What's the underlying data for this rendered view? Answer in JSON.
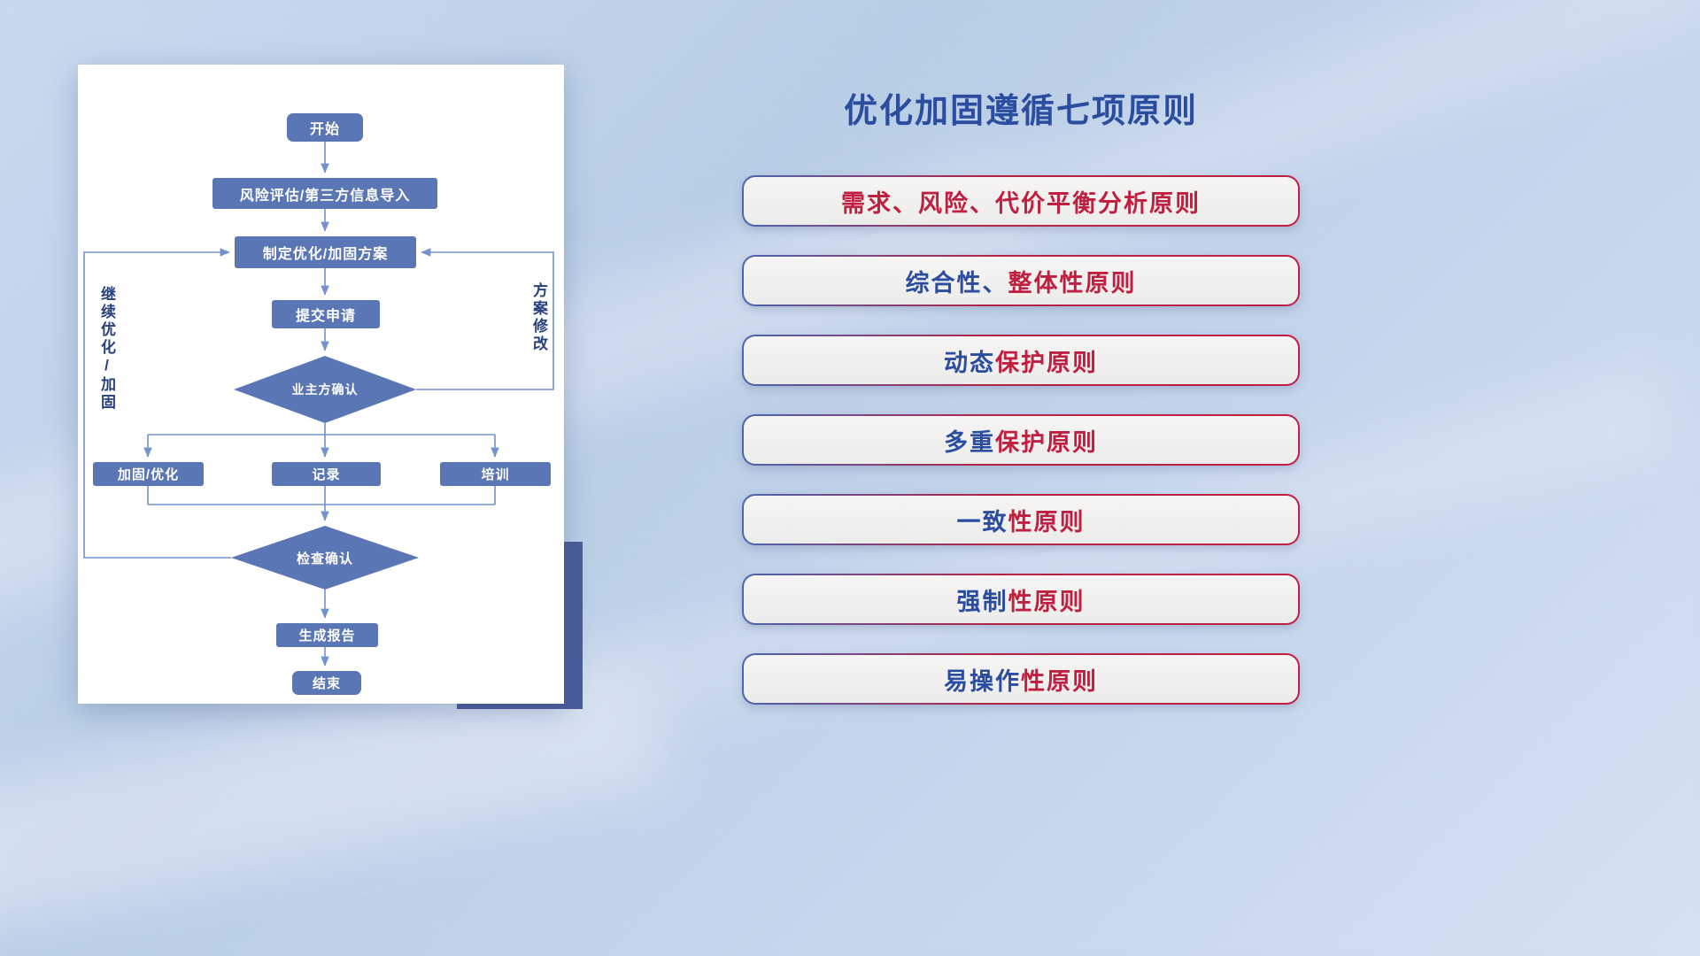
{
  "card": {
    "flowchart": {
      "nodes": {
        "start": "开始",
        "risk": "风险评估/第三方信息导入",
        "plan": "制定优化/加固方案",
        "submit": "提交申请",
        "owner_confirm": "业主方确认",
        "reinforce": "加固/优化",
        "record": "记录",
        "training": "培训",
        "check_confirm": "检查确认",
        "report": "生成报告",
        "end": "结束"
      },
      "labels": {
        "continue_loop": "继续优化/加固",
        "plan_revision": "方案修改"
      }
    }
  },
  "panel": {
    "title": "优化加固遵循七项原则",
    "principles": [
      {
        "segments": [
          {
            "text": "需求、风险、代价平衡分析原则",
            "color": "red"
          }
        ]
      },
      {
        "segments": [
          {
            "text": "综合性、",
            "color": "blue"
          },
          {
            "text": "整体性原则",
            "color": "red"
          }
        ]
      },
      {
        "segments": [
          {
            "text": "动态",
            "color": "blue"
          },
          {
            "text": "保护原则",
            "color": "red"
          }
        ]
      },
      {
        "segments": [
          {
            "text": "多重",
            "color": "blue"
          },
          {
            "text": "保护原则",
            "color": "red"
          }
        ]
      },
      {
        "segments": [
          {
            "text": "一致",
            "color": "blue"
          },
          {
            "text": "性原则",
            "color": "red"
          }
        ]
      },
      {
        "segments": [
          {
            "text": "强制",
            "color": "blue"
          },
          {
            "text": "性原则",
            "color": "red"
          }
        ]
      },
      {
        "segments": [
          {
            "text": "易操作",
            "color": "blue"
          },
          {
            "text": "性原则",
            "color": "red"
          }
        ]
      }
    ]
  },
  "colors": {
    "accent_blue": "#2b4da0",
    "accent_red": "#c01f3f",
    "node_fill": "#5a76b4",
    "connector": "#7292cc",
    "accent_rect": "#4a5d99"
  }
}
